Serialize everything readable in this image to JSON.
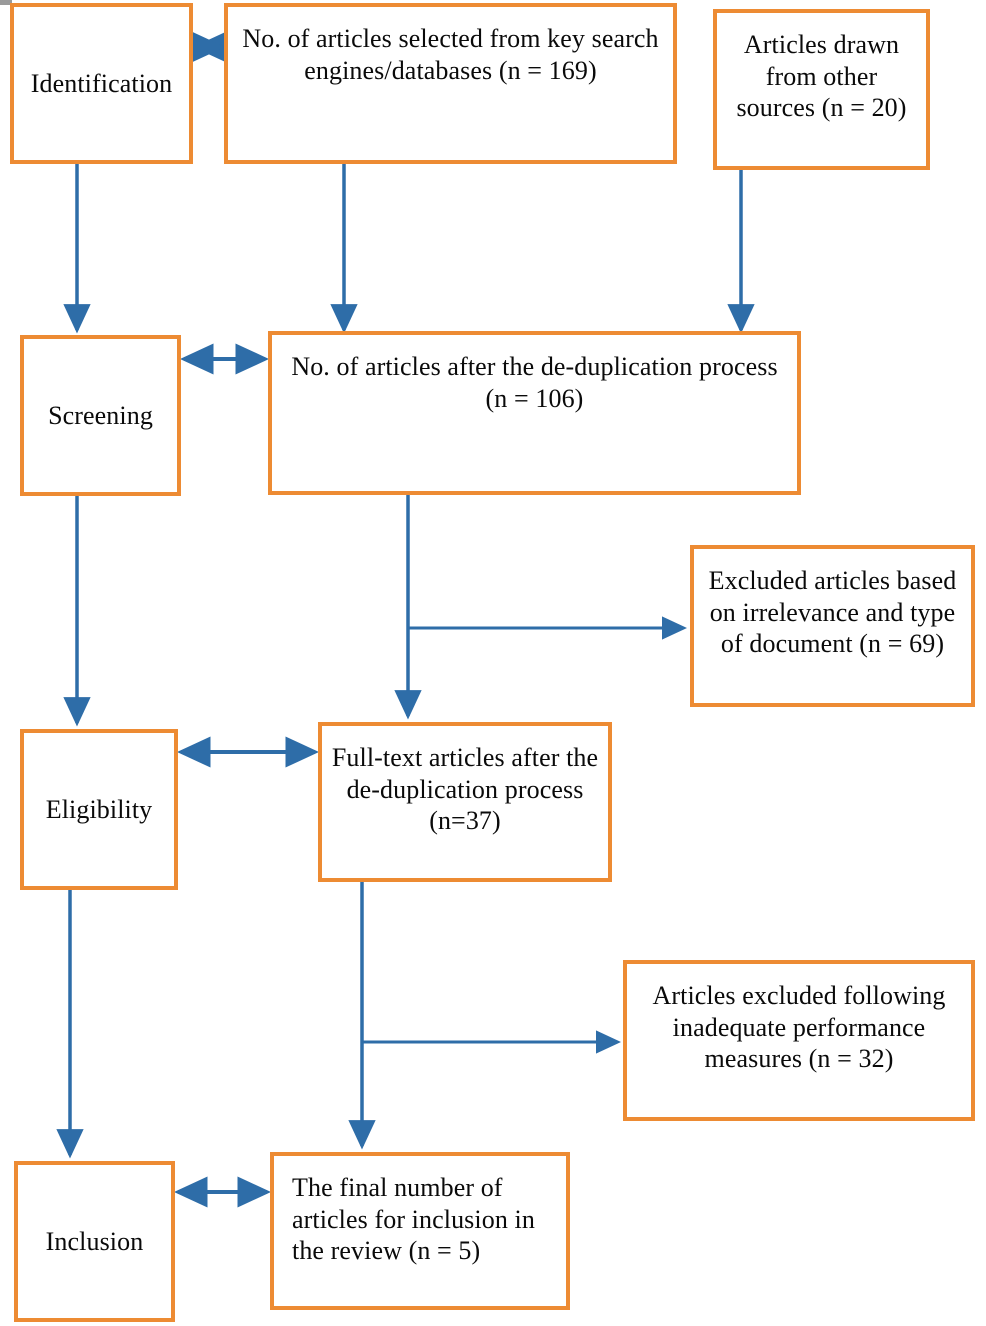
{
  "diagram": {
    "type": "prisma-flow-diagram",
    "title": "PRISMA article selection flow",
    "colors": {
      "box_border": "#ED8B33",
      "arrow": "#2E6DA8",
      "text": "#0A0A0A",
      "background": "#FFFFFF"
    },
    "stages": [
      {
        "id": "identification",
        "label": "Identification"
      },
      {
        "id": "screening",
        "label": "Screening"
      },
      {
        "id": "eligibility",
        "label": "Eligibility"
      },
      {
        "id": "inclusion",
        "label": "Inclusion"
      }
    ],
    "boxes": [
      {
        "id": "stage-identification",
        "label": "Identification"
      },
      {
        "id": "search-engines",
        "label": "No. of articles selected from key search engines/databases (n = 169)",
        "count": 169
      },
      {
        "id": "other-sources",
        "label": "Articles drawn from other sources (n = 20)",
        "count": 20
      },
      {
        "id": "stage-screening",
        "label": "Screening"
      },
      {
        "id": "after-dedup",
        "label": "No. of articles after the de-duplication process (n = 106)",
        "count": 106
      },
      {
        "id": "excluded-irrelevance",
        "label": "Excluded articles based on irrelevance and type of document (n = 69)",
        "count": 69
      },
      {
        "id": "stage-eligibility",
        "label": "Eligibility"
      },
      {
        "id": "fulltext-after-dedup",
        "label": "Full-text articles after the de-duplication process (n=37)",
        "count": 37
      },
      {
        "id": "excluded-performance",
        "label": "Articles excluded following inadequate performance measures (n = 32)",
        "count": 32
      },
      {
        "id": "stage-inclusion",
        "label": "Inclusion"
      },
      {
        "id": "final-included",
        "label": "The final number of articles for inclusion in the review (n = 5)",
        "count": 5
      }
    ],
    "connectors": [
      {
        "id": "identification-to-search-engines",
        "kind": "double-arrow",
        "orientation": "horizontal"
      },
      {
        "id": "identification-to-screening",
        "kind": "arrow",
        "orientation": "vertical"
      },
      {
        "id": "search-engines-to-after-dedup",
        "kind": "arrow",
        "orientation": "vertical"
      },
      {
        "id": "other-sources-to-after-dedup",
        "kind": "arrow",
        "orientation": "vertical"
      },
      {
        "id": "screening-to-after-dedup",
        "kind": "double-arrow",
        "orientation": "horizontal"
      },
      {
        "id": "screening-to-eligibility",
        "kind": "arrow",
        "orientation": "vertical"
      },
      {
        "id": "after-dedup-to-fulltext",
        "kind": "arrow",
        "orientation": "vertical"
      },
      {
        "id": "after-dedup-to-excluded-irrelevance",
        "kind": "arrow",
        "orientation": "horizontal"
      },
      {
        "id": "eligibility-to-fulltext",
        "kind": "double-arrow",
        "orientation": "horizontal"
      },
      {
        "id": "eligibility-to-inclusion",
        "kind": "arrow",
        "orientation": "vertical"
      },
      {
        "id": "fulltext-to-final",
        "kind": "arrow",
        "orientation": "vertical"
      },
      {
        "id": "fulltext-to-excluded-performance",
        "kind": "arrow",
        "orientation": "horizontal"
      },
      {
        "id": "inclusion-to-final",
        "kind": "double-arrow",
        "orientation": "horizontal"
      }
    ]
  }
}
